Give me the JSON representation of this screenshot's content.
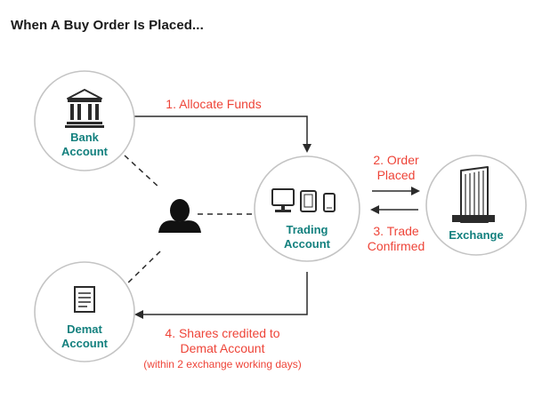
{
  "title": "When A Buy Order Is Placed...",
  "nodes": {
    "bank": {
      "line1": "Bank",
      "line2": "Account",
      "icon": "bank-building-icon"
    },
    "trading": {
      "line1": "Trading",
      "line2": "Account",
      "icon": "devices-icon"
    },
    "exchange": {
      "line1": "Exchange",
      "icon": "exchange-building-icon"
    },
    "demat": {
      "line1": "Demat",
      "line2": "Account",
      "icon": "document-icon"
    },
    "investor": {
      "icon": "person-icon"
    }
  },
  "steps": {
    "allocate": "1. Allocate Funds",
    "order_line1": "2. Order",
    "order_line2": "Placed",
    "trade_line1": "3. Trade",
    "trade_line2": "Confirmed",
    "credit_line1": "4. Shares credited to",
    "credit_line2": "Demat Account",
    "credit_note": "(within 2 exchange working days)"
  },
  "colors": {
    "label_teal": "#13807e",
    "step_red": "#ee4438",
    "circle_border": "#c4c4c4",
    "line_dark": "#2b2b2b"
  }
}
